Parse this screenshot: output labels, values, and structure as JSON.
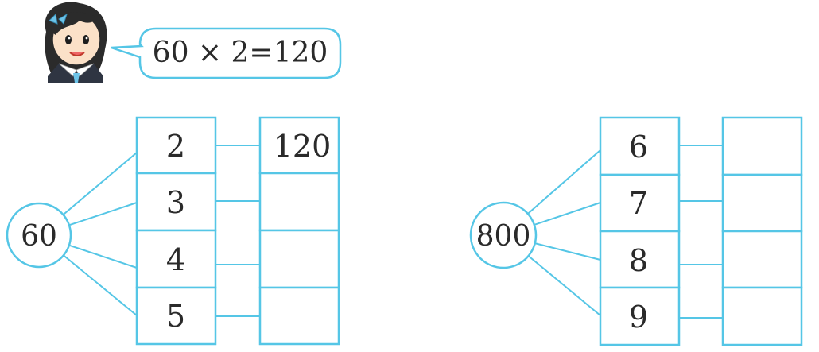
{
  "speech": {
    "equation": "60 × 2=120"
  },
  "left_diagram": {
    "center": "60",
    "multipliers": [
      "2",
      "3",
      "4",
      "5"
    ],
    "results": [
      "120",
      "",
      "",
      ""
    ]
  },
  "right_diagram": {
    "center": "800",
    "multipliers": [
      "6",
      "7",
      "8",
      "9"
    ],
    "results": [
      "",
      "",
      "",
      ""
    ]
  },
  "colors": {
    "line": "#55c6e6",
    "hair": "#2b2b2b",
    "skin": "#fbe1c8",
    "bow": "#6cc3e8",
    "uniform": "#2f3542"
  }
}
